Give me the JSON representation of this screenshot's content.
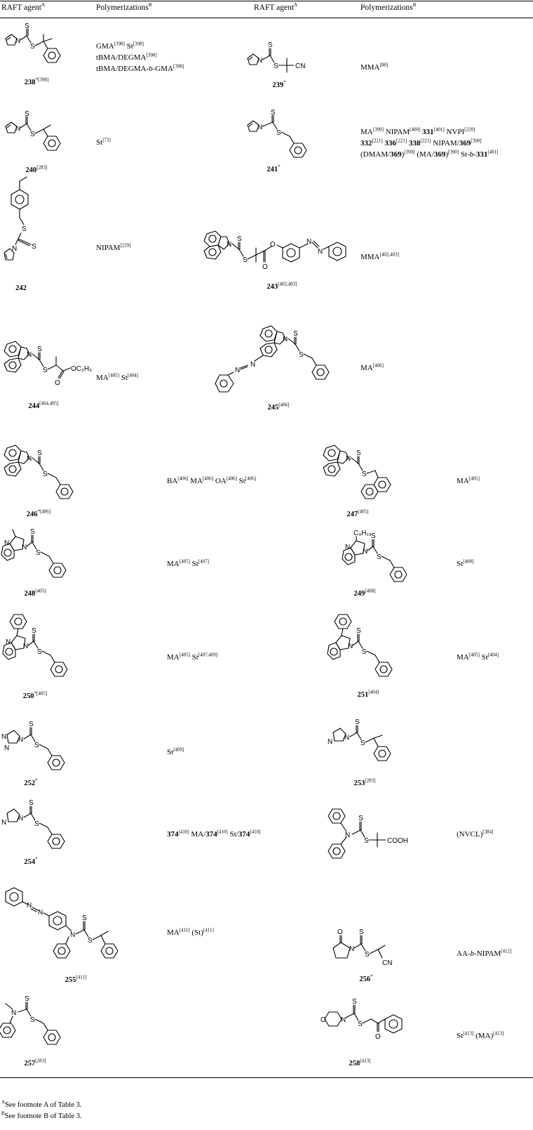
{
  "header": {
    "col1": "RAFT agent",
    "col1_sup": "A",
    "col2": "Polymerizations",
    "col2_sup": "B",
    "col3": "RAFT agent",
    "col3_sup": "A",
    "col4": "Polymerizations",
    "col4_sup": "B"
  },
  "atoms": {
    "N": "N",
    "S": "S",
    "O": "O",
    "CN": "CN",
    "COOH": "COOH",
    "C9H19": "C₉H₁₉",
    "OC2H5": "OC₂H₅"
  },
  "agents": {
    "a238": {
      "num": "238",
      "ref": "*[398]"
    },
    "a239": {
      "num": "239",
      "ref": "*"
    },
    "a240": {
      "num": "240",
      "ref": "[283]"
    },
    "a241": {
      "num": "241",
      "ref": "*"
    },
    "a242": {
      "num": "242",
      "ref": ""
    },
    "a243": {
      "num": "243",
      "ref": "[402,403]"
    },
    "a244": {
      "num": "244",
      "ref": "[404,405]"
    },
    "a245": {
      "num": "245",
      "ref": "[406]"
    },
    "a246": {
      "num": "246",
      "ref": "*[406]"
    },
    "a247": {
      "num": "247",
      "ref": "[405]"
    },
    "a248": {
      "num": "248",
      "ref": "[405]"
    },
    "a249": {
      "num": "249",
      "ref": "[408]"
    },
    "a250": {
      "num": "250",
      "ref": "*[405]"
    },
    "a251": {
      "num": "251",
      "ref": "[404]"
    },
    "a252": {
      "num": "252",
      "ref": "*"
    },
    "a253": {
      "num": "253",
      "ref": "[283]"
    },
    "a254": {
      "num": "254",
      "ref": "*"
    },
    "a255": {
      "num": "255",
      "ref": "[411]"
    },
    "a256": {
      "num": "256",
      "ref": "*"
    },
    "a257": {
      "num": "257",
      "ref": "[283]"
    },
    "a258": {
      "num": "258",
      "ref": "[413]"
    }
  },
  "polymerizations": {
    "p238": [
      "GMA[398] St[398]",
      "tBMA/DEGMA[398]",
      "tBMA/DEGMA-b-GMA[398]"
    ],
    "p239": [
      "MMA[88]"
    ],
    "p240": [
      "St[73]"
    ],
    "p241": [
      "MA[399] NIPAM[400] 331[401] NVPI[220]",
      "332[221] 336[221] 338[221] NIPAM/369[390]",
      "(DMAM/369)[390] (MA/369)[390] St-b-331[401]"
    ],
    "p242": [
      "NIPAM[229]"
    ],
    "p243": [
      "MMA[402,403]"
    ],
    "p244": [
      "MA[405] St[404]"
    ],
    "p245": [
      "MA[406]"
    ],
    "p246": [
      "BA[406] MA[406] OA[406] St[406]"
    ],
    "p247": [
      "MA[405]"
    ],
    "p248": [
      "MA[405] St[407]"
    ],
    "p249": [
      "St[408]"
    ],
    "p250": [
      "MA[405] St[407,409]"
    ],
    "p251": [
      "MA[405] St[404]"
    ],
    "p252": [
      "St[409]"
    ],
    "p254": [
      "374[410] MA/374[410] St/374[410]"
    ],
    "p384": [
      "(NVCL)[384]"
    ],
    "p255": [
      "MA[411] (St)[411]"
    ],
    "p256": [
      "AA-b-NIPAM[412]"
    ],
    "p258": [
      "St[413] (MA)[413]"
    ]
  },
  "footnotes": {
    "a": {
      "mark": "A",
      "text": "See footnote A of Table 3."
    },
    "b": {
      "mark": "B",
      "text": "See footnote B of Table 3."
    }
  }
}
